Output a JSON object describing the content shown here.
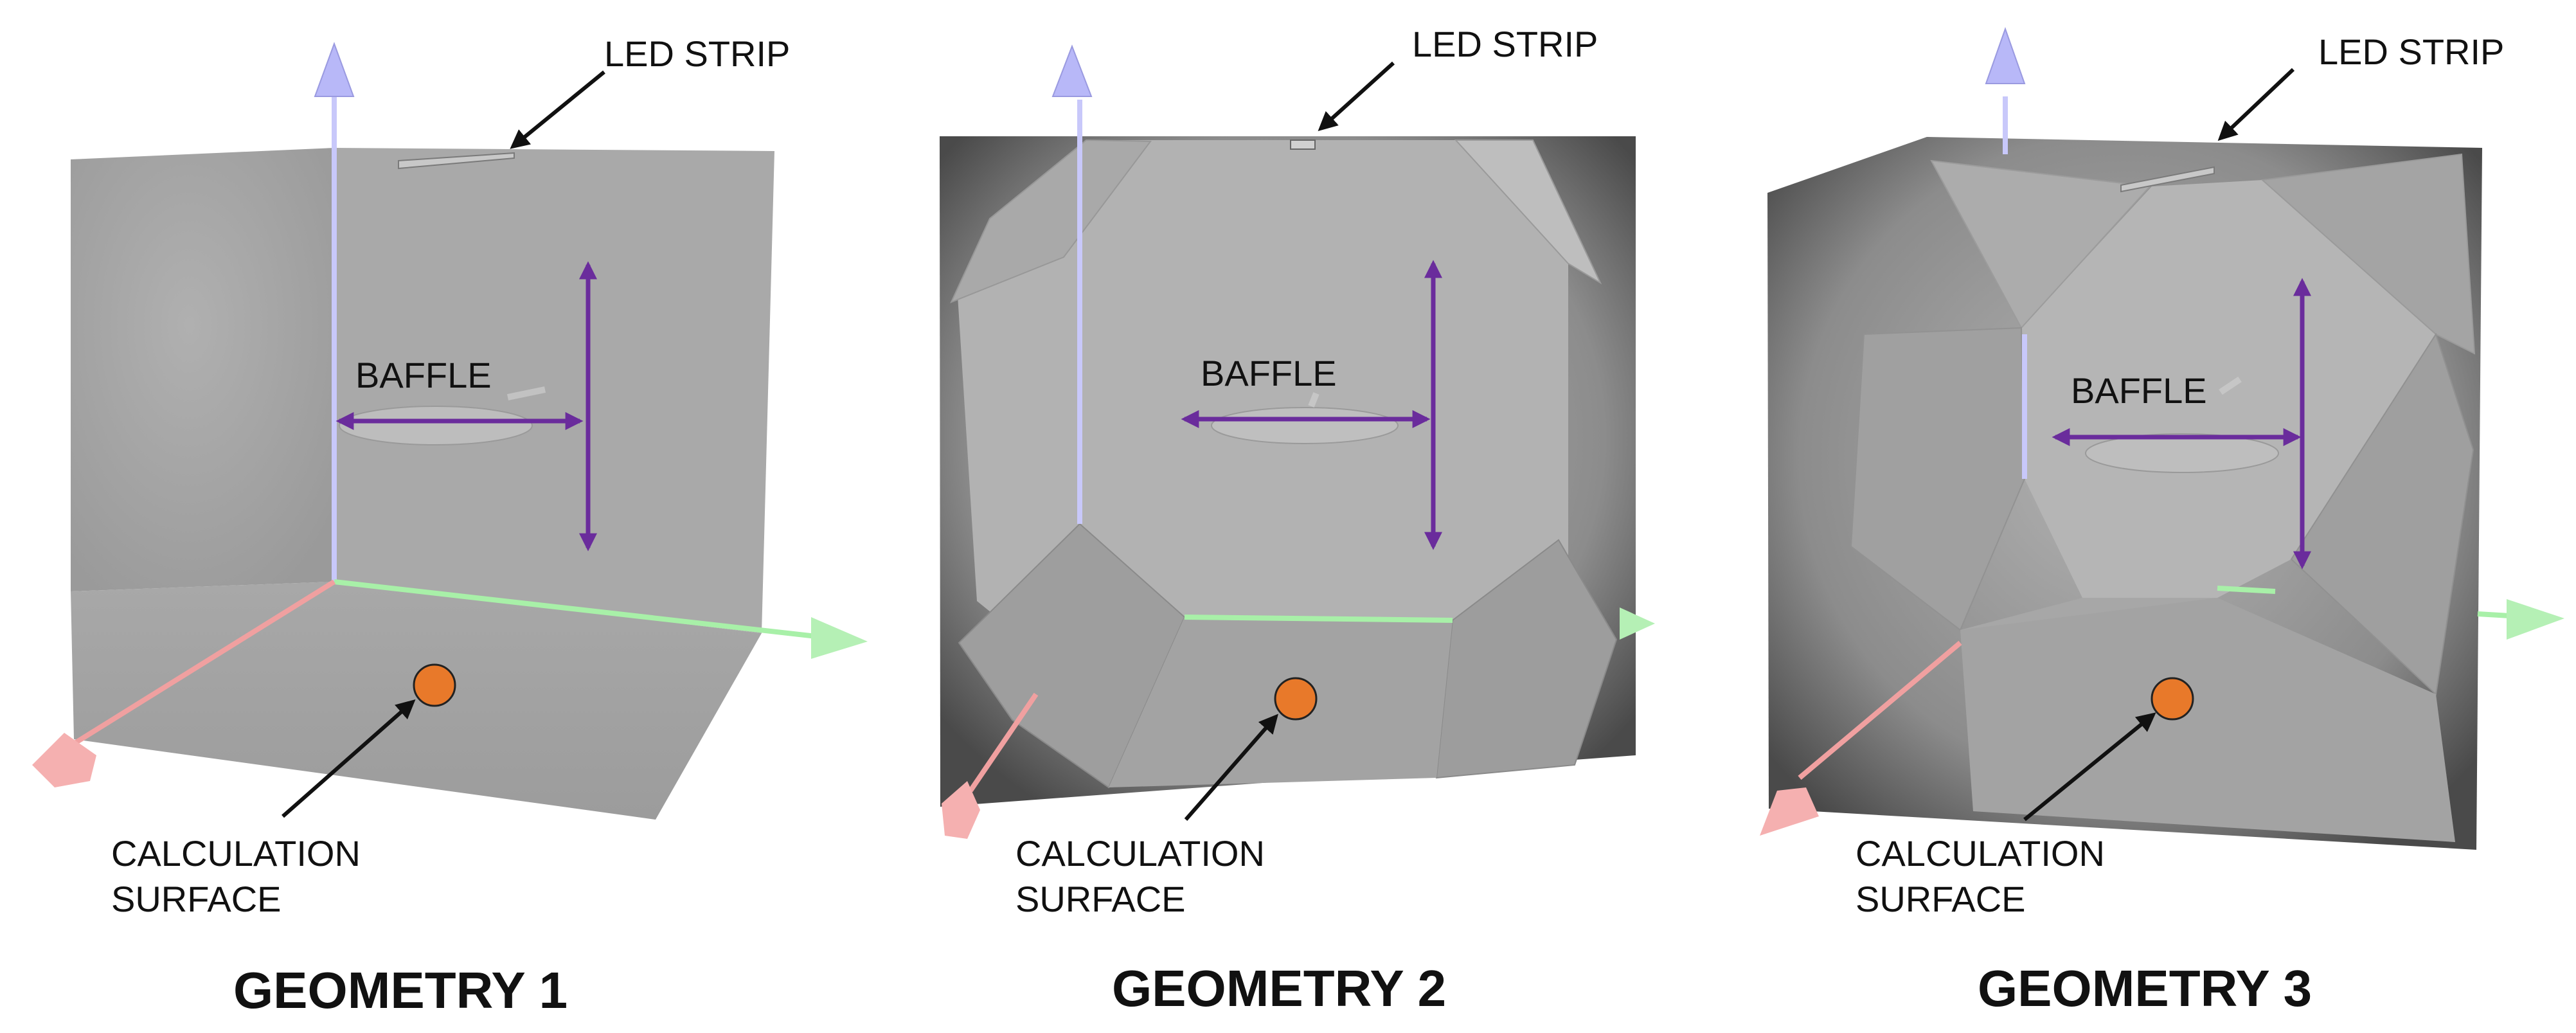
{
  "panels": [
    {
      "title": "GEOMETRY 1",
      "callouts": {
        "led_strip": "LED STRIP",
        "baffle": "BAFFLE",
        "calc_line1": "CALCULATION",
        "calc_line2": "SURFACE"
      }
    },
    {
      "title": "GEOMETRY 2",
      "callouts": {
        "led_strip": "LED STRIP",
        "baffle": "BAFFLE",
        "calc_line1": "CALCULATION",
        "calc_line2": "SURFACE"
      }
    },
    {
      "title": "GEOMETRY 3",
      "callouts": {
        "led_strip": "LED STRIP",
        "baffle": "BAFFLE",
        "calc_line1": "CALCULATION",
        "calc_line2": "SURFACE"
      }
    }
  ],
  "colors": {
    "dimension_arrow": "#6a2c9c",
    "calculation_point": "#e8792a",
    "axis_x": "#f0a0a0",
    "axis_y": "#a8f0a8",
    "axis_z": "#b8b8f8",
    "wall": "#a6a6a6"
  }
}
